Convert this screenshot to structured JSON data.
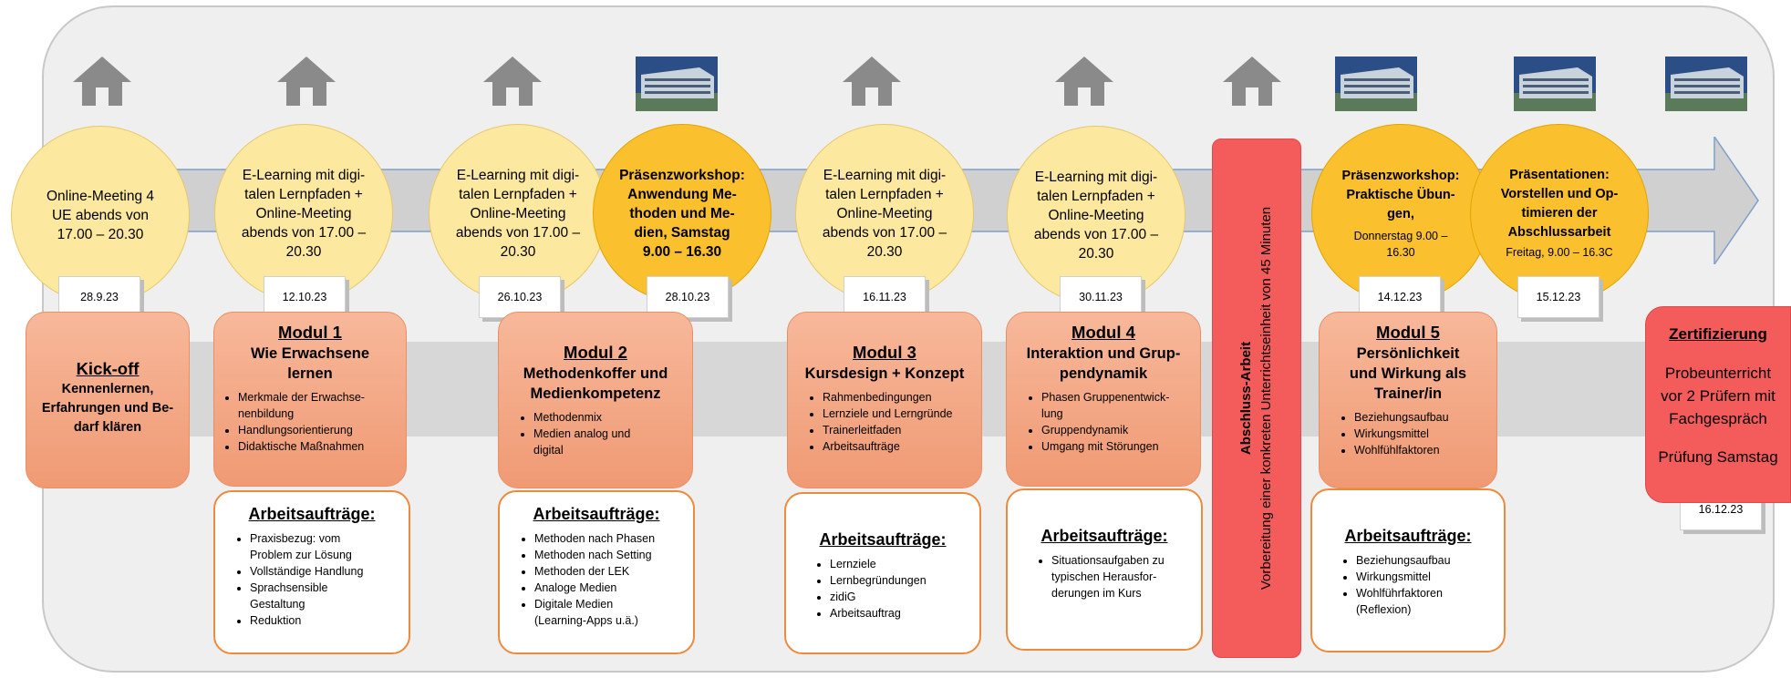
{
  "circles": [
    {
      "text": "Online-Meeting 4\nUE abends von\n17.00 – 20.30"
    },
    {
      "text": "E-Learning mit digi-\ntalen Lernpfaden +\nOnline-Meeting\nabends von 17.00 –\n20.30"
    },
    {
      "text": "E-Learning mit digi-\ntalen Lernpfaden +\nOnline-Meeting\nabends von 17.00 –\n20.30"
    },
    {
      "text": "Präsenzworkshop:\nAnwendung Me-\nthoden und Me-\ndien, Samstag\n9.00 – 16.30"
    },
    {
      "text": "E-Learning mit digi-\ntalen Lernpfaden +\nOnline-Meeting\nabends von 17.00 –\n20.30"
    },
    {
      "text": "E-Learning mit digi-\ntalen Lernpfaden +\nOnline-Meeting\nabends von 17.00 –\n20.30"
    },
    {
      "text": "Präsenzworkshop:\nPraktische Übun-\ngen,",
      "small": "Donnerstag 9.00 –\n16.30"
    },
    {
      "text": "Präsentationen:\nVorstellen und Op-\ntimieren der\nAbschlussarbeit",
      "small": "Freitag, 9.00 – 16.3C"
    }
  ],
  "dates": [
    "28.9.23",
    "12.10.23",
    "26.10.23",
    "28.10.23",
    "16.11.23",
    "30.11.23",
    "14.12.23",
    "15.12.23",
    "16.12.23"
  ],
  "modules": [
    {
      "title": "Kick-off",
      "subtitle": "Kennenlernen,\nErfahrungen und Be-\ndarf klären",
      "items": []
    },
    {
      "title": "Modul 1",
      "subtitle": "Wie Erwachsene\nlernen",
      "items": [
        "Merkmale der Erwachse-\nnenbildung",
        "Handlungsorientierung",
        "Didaktische Maßnahmen"
      ]
    },
    {
      "title": "Modul 2",
      "subtitle": "Methodenkoffer und\nMedienkompetenz",
      "items": [
        "Methodenmix",
        "Medien analog und\ndigital"
      ]
    },
    {
      "title": "Modul 3",
      "subtitle": "Kursdesign + Konzept",
      "items": [
        "Rahmenbedingungen",
        "Lernziele und Lerngründe",
        "Trainerleitfaden",
        "Arbeitsaufträge"
      ]
    },
    {
      "title": "Modul 4",
      "subtitle": "Interaktion und Grup-\npendynamik",
      "items": [
        "Phasen Gruppenentwick-\nlung",
        "Gruppendynamik",
        "Umgang mit Störungen"
      ]
    },
    {
      "title": "Modul 5",
      "subtitle": "Persönlichkeit\nund Wirkung als\nTrainer/in",
      "items": [
        "Beziehungsaufbau",
        "Wirkungsmittel",
        "Wohlfühlfaktoren"
      ]
    }
  ],
  "tasks": [
    {
      "title": "Arbeitsaufträge:",
      "items": [
        "Praxisbezug: vom\nProblem zur Lösung",
        "Vollständige Handlung",
        "Sprachsensible\nGestaltung",
        "Reduktion"
      ]
    },
    {
      "title": "Arbeitsaufträge:",
      "items": [
        "Methoden nach Phasen",
        "Methoden nach Setting",
        "Methoden der LEK",
        "Analoge Medien",
        "Digitale Medien\n(Learning-Apps u.ä.)"
      ]
    },
    {
      "title": "Arbeitsaufträge:",
      "items": [
        "Lernziele",
        "Lernbegründungen",
        "zidiG",
        "Arbeitsauftrag"
      ]
    },
    {
      "title": "Arbeitsaufträge:",
      "items": [
        "Situationsaufgaben zu\ntypischen Herausfor-\nderungen im Kurs"
      ]
    },
    {
      "title": "Arbeitsaufträge:",
      "items": [
        "Beziehungsaufbau",
        "Wirkungsmittel",
        "Wohlführfaktoren\n(Reflexion)"
      ]
    }
  ],
  "abschluss": {
    "title": "Abschluss-Arbeit",
    "text": "Vorbereitung einer konkreten Unterrichtseinheit von 45 Minuten"
  },
  "zertifizierung": {
    "title": "Zertifizierung",
    "body": "Probeunterricht\nvor 2 Prüfern mit\nFachgespräch",
    "pruefung": "Prüfung Samstag"
  },
  "icons": [
    "house-icon",
    "building-photo-icon",
    "arrow-right-icon"
  ],
  "colors": {
    "circle_light": "#fde8a0",
    "circle_gold": "#fbc02d",
    "module": "#f4a684",
    "task_border": "#ee8a3c",
    "red": "#f45b5b",
    "panel": "#efefef",
    "house": "#8a8a8a"
  }
}
